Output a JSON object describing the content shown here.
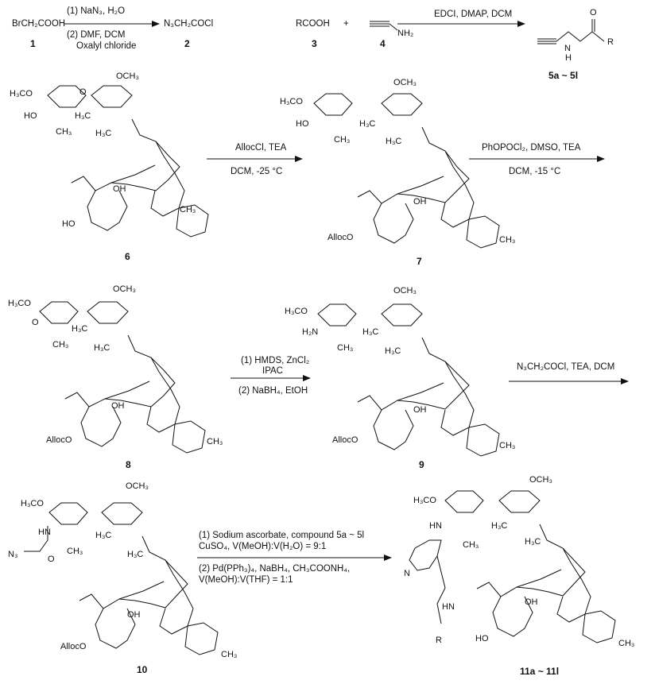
{
  "row1": {
    "c1": "BrCH₂COOH",
    "c1_num": "1",
    "step1": "(1) NaN₃, H₂O",
    "step2": "(2) DMF, DCM",
    "step2b": "Oxalyl chloride",
    "c2": "N₃CH₂COCl",
    "c2_num": "2",
    "c3": "RCOOH",
    "plus": "+",
    "c3_num": "3",
    "c4_nh2": "NH₂",
    "c4_num": "4",
    "cond": "EDCI, DMAP, DCM",
    "prod_n": "N",
    "prod_h": "H",
    "prod_o": "O",
    "prod_r": "R",
    "prod_num": "5a ~ 5l"
  },
  "arrows": {
    "a1_top": "AllocCl, TEA",
    "a1_bot": "DCM, -25 °C",
    "a2_top": "PhOPOCl₂, DMSO, TEA",
    "a2_bot": "DCM, -15 °C",
    "a3_top1": "(1) HMDS, ZnCl₂",
    "a3_top2": "IPAC",
    "a3_bot": "(2) NaBH₄, EtOH",
    "a4_top": "N₃CH₂COCl, TEA, DCM",
    "a5_l1": "(1) Sodium ascorbate, compound 5a ~ 5l",
    "a5_l2": "CuSO₄, V(MeOH):V(H₂O) = 9:1",
    "a5_l3": "(2) Pd(PPh₃)₄, NaBH₄, CH₃COONH₄,",
    "a5_l4": "V(MeOH):V(THF) = 1:1"
  },
  "compounds": {
    "n6": "6",
    "n7": "7",
    "n8": "8",
    "n9": "9",
    "n10": "10",
    "n11": "11a ~ 11l"
  },
  "atoms": {
    "och3": "OCH₃",
    "h3co": "H₃CO",
    "ho": "HO",
    "ch3": "CH₃",
    "h3c": "H₃C",
    "o": "O",
    "oh": "OH",
    "h": "H",
    "alloco": "AllocO",
    "h2n": "H₂N",
    "hn": "HN",
    "n3": "N₃",
    "n": "N",
    "r": "R"
  }
}
